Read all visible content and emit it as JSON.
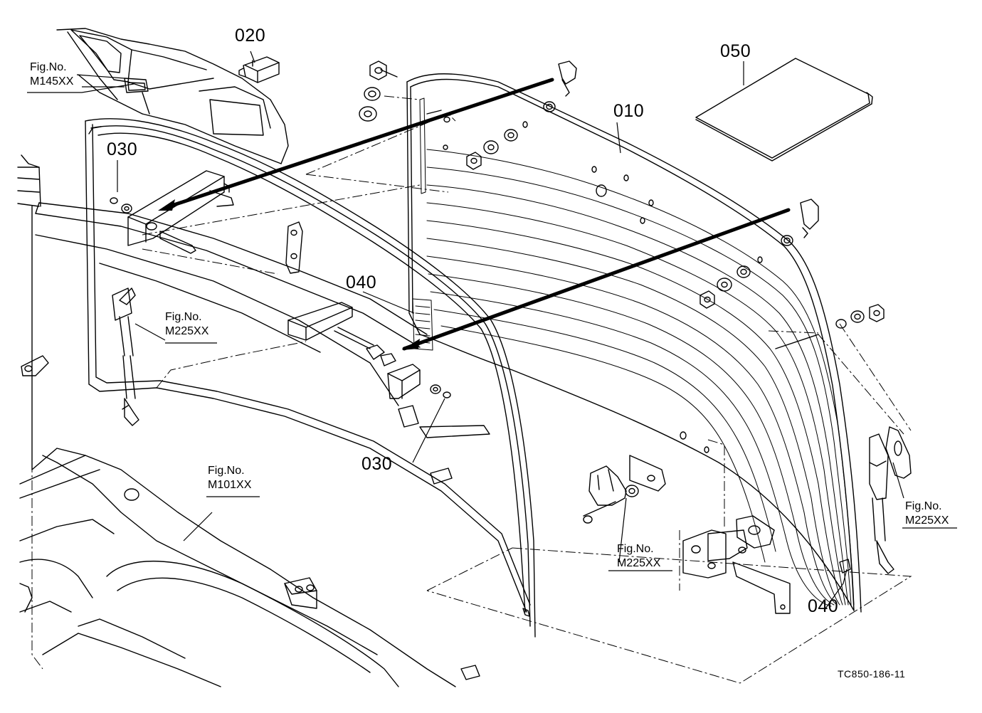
{
  "diagram": {
    "part_labels": {
      "p010": "010",
      "p020": "020",
      "p030_upper": "030",
      "p030_lower": "030",
      "p040_upper": "040",
      "p040_lower": "040",
      "p050": "050"
    },
    "figure_refs": {
      "m145": {
        "line1": "Fig.No.",
        "line2": "M145XX"
      },
      "m225_left": {
        "line1": "Fig.No.",
        "line2": "M225XX"
      },
      "m101": {
        "line1": "Fig.No.",
        "line2": "M101XX"
      },
      "m225_bottom": {
        "line1": "Fig.No.",
        "line2": "M225XX"
      },
      "m225_right": {
        "line1": "Fig.No.",
        "line2": "M225XX"
      }
    },
    "drawing_code": "TC850-186-11",
    "line_color": "#000000",
    "background_color": "#ffffff"
  }
}
